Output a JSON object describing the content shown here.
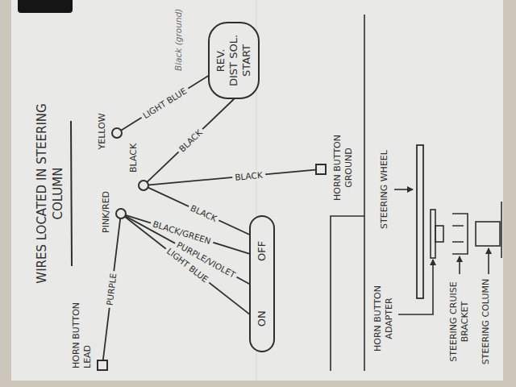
{
  "diagram": {
    "title": "WIRES LOCATED IN STEERING COLUMN",
    "nodes": [
      {
        "text": [
          "HORN BUTTON LEAD"
        ]
      },
      {
        "text": [
          "PINK/RED"
        ]
      },
      {
        "text": [
          "YELLOW"
        ]
      },
      {
        "text": [
          "BLACK"
        ]
      },
      {
        "text": [
          "REV.",
          "DIST SOL.",
          "START"
        ]
      },
      {
        "text": [
          "HORN BUTTON GROUND"
        ]
      },
      {
        "text": [
          "ON",
          "OFF"
        ]
      }
    ],
    "edges": [
      {
        "from": 0,
        "to": 1,
        "arrow": "none",
        "label": "PURPLE"
      },
      {
        "from": 2,
        "to": 4,
        "arrow": "none",
        "label": "LIGHT BLUE"
      },
      {
        "from": 3,
        "to": 4,
        "arrow": "none",
        "label": "BLACK"
      },
      {
        "from": 3,
        "to": 5,
        "arrow": "none",
        "label": "BLACK"
      },
      {
        "from": 1,
        "to": 6,
        "arrow": "none",
        "label": "BLACK/GREEN"
      },
      {
        "from": 1,
        "to": 6,
        "arrow": "none",
        "label": "PURPLE/VIOLET"
      },
      {
        "from": 1,
        "to": 6,
        "arrow": "none",
        "label": "LIGHT BLUE"
      },
      {
        "from": 3,
        "to": 6,
        "arrow": "none",
        "label": "BLACK"
      }
    ],
    "labels": [
      "Black (ground)",
      "HORN BUTTON ADAPTER",
      "STEERING WHEEL",
      "STEERING CRUISE BRACKET",
      "STEERING COLUMN"
    ]
  }
}
